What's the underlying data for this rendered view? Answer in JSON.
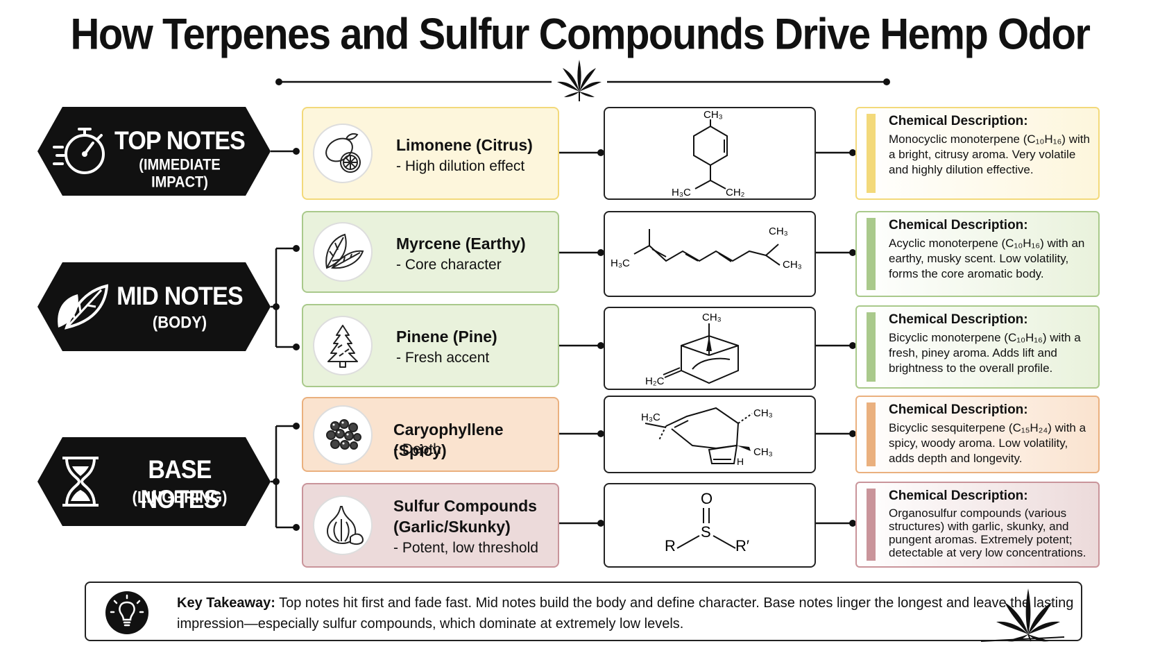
{
  "title": "How Terpenes and Sulfur Compounds Drive Hemp Odor",
  "tiers": [
    {
      "label": "TOP NOTES",
      "sub": "(IMMEDIATE IMPACT)",
      "icon": "stopwatch-icon"
    },
    {
      "label": "MID NOTES",
      "sub": "(BODY)",
      "icon": "leaves-icon"
    },
    {
      "label": "BASE NOTES",
      "sub": "(LINGERING)",
      "icon": "hourglass-icon"
    }
  ],
  "compounds": [
    {
      "name": "Limonene (Citrus)",
      "desc": "- High dilution effect",
      "icon": "lemon-icon",
      "color": "#f3d97a",
      "bg": "#fdf6dc",
      "chem_title": "Chemical Description:",
      "chem_text": "Monocyclic monoterpene (C₁₀H₁₆) with a bright, citrusy aroma. Very volatile and highly dilution effective."
    },
    {
      "name": "Myrcene (Earthy)",
      "desc": "- Core character",
      "icon": "leaf-icon",
      "color": "#a9c98b",
      "bg": "#e9f2dc",
      "chem_title": "Chemical Description:",
      "chem_text": "Acyclic monoterpene (C₁₀H₁₆) with an earthy, musky scent. Low volatility, forms the core aromatic body."
    },
    {
      "name": "Pinene (Pine)",
      "desc": "- Fresh accent",
      "icon": "pine-tree-icon",
      "color": "#a9c98b",
      "bg": "#e9f2dc",
      "chem_title": "Chemical Description:",
      "chem_text": "Bicyclic monoterpene (C₁₀H₁₆) with a fresh, piney aroma. Adds lift and brightness to the overall profile."
    },
    {
      "name": "Caryophyllene (Spicy)",
      "desc": "- Depth",
      "icon": "peppercorn-icon",
      "color": "#eab07e",
      "bg": "#fae3cf",
      "chem_title": "Chemical Description:",
      "chem_text": "Bicyclic sesquiterpene (C₁₅H₂₄) with a spicy, woody aroma. Low volatility, adds depth and longevity."
    },
    {
      "name": "Sulfur Compounds (Garlic/Skunky)",
      "desc": "- Potent, low threshold",
      "icon": "garlic-icon",
      "color": "#c9949a",
      "bg": "#ecdada",
      "chem_title": "Chemical Description:",
      "chem_text": "Organosulfur compounds (various structures) with garlic, skunky, and pungent aromas. Extremely potent; detectable at very low concentrations."
    }
  ],
  "structures": {
    "limonene": {
      "top": "CH₃",
      "left": "H₃C",
      "right": "CH₂"
    },
    "myrcene": {
      "top": "CH₃",
      "left": "H₃C",
      "right": "CH₃"
    },
    "pinene": {
      "top": "CH₃",
      "left": "H₂C"
    },
    "caryophyllene": {
      "left": "H₃C",
      "r1": "CH₃",
      "r2": "CH₃",
      "h": "H"
    },
    "sulfur": {
      "o": "O",
      "s": "S",
      "r": "R",
      "r2": "R′"
    }
  },
  "takeaway": {
    "label": "Key Takeaway:",
    "text": " Top notes hit first and fade fast. Mid notes build the body and define character. Base notes linger the longest and leave the lasting impression—especially sulfur compounds, which dominate at extremely low levels."
  }
}
